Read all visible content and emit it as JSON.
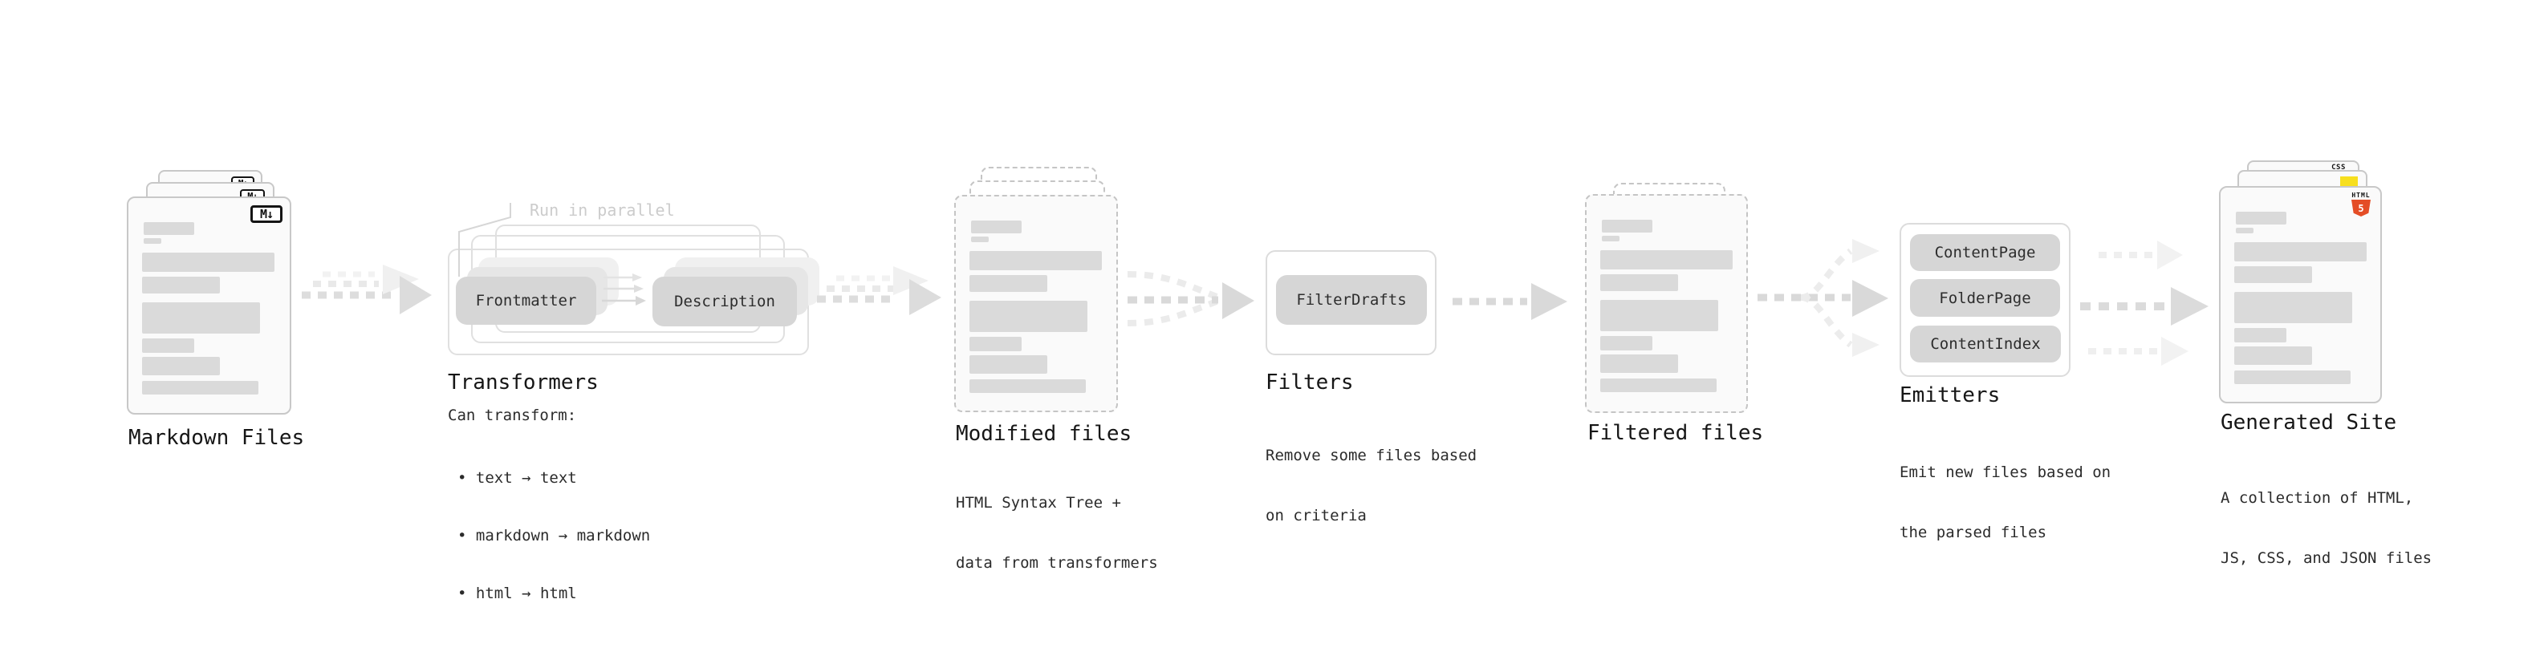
{
  "stages": {
    "markdown_files": {
      "title": "Markdown Files"
    },
    "transformers": {
      "note": "Run in parallel",
      "pills": [
        "Frontmatter",
        "Description"
      ],
      "title": "Transformers",
      "heading": "Can transform:",
      "bullets": [
        "• text → text",
        "• markdown → markdown",
        "• html → html"
      ]
    },
    "modified_files": {
      "title": "Modified files",
      "subtitle": [
        "HTML Syntax Tree +",
        "data from transformers"
      ]
    },
    "filters": {
      "title": "Filters",
      "pills": [
        "FilterDrafts"
      ],
      "subtitle": [
        "Remove some files based",
        "on criteria"
      ]
    },
    "filtered_files": {
      "title": "Filtered files"
    },
    "emitters": {
      "title": "Emitters",
      "pills": [
        "ContentPage",
        "FolderPage",
        "ContentIndex"
      ],
      "subtitle": [
        "Emit new files based on",
        "the parsed files"
      ]
    },
    "generated_site": {
      "title": "Generated Site",
      "subtitle": [
        "A collection of HTML,",
        "JS, CSS, and JSON files"
      ]
    }
  },
  "icons": {
    "markdown_badge": "M↓",
    "css_badge": "CSS",
    "html5_label": "HTML",
    "html5_number": "5"
  },
  "colors": {
    "html5_orange": "#e44d26",
    "js_yellow": "#f7df1e",
    "css_blue": "#2b66f6",
    "card_border": "#c8c8c8",
    "pill_gray": "#d6d6d6",
    "arrow_gray": "#d9d9d9",
    "note_gray": "#cccccc"
  }
}
